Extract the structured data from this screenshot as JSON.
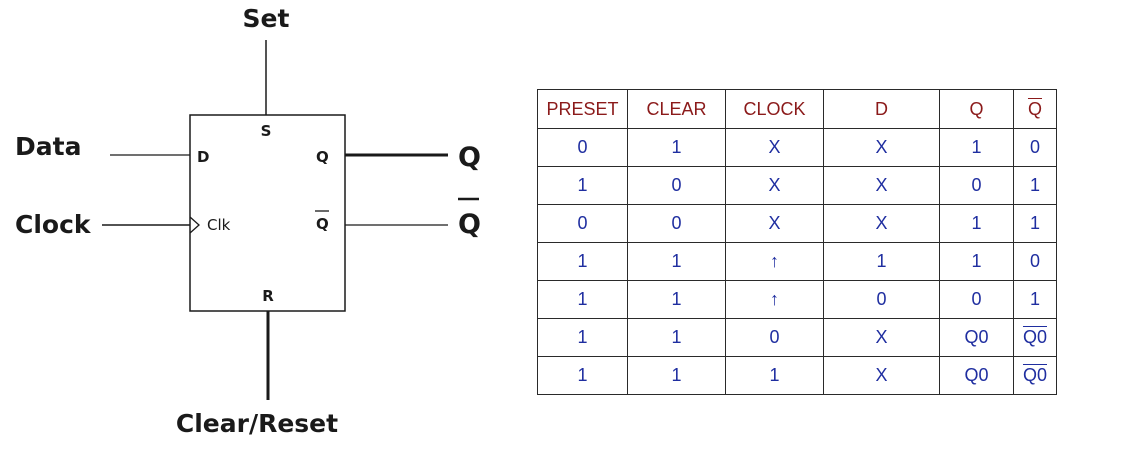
{
  "diagram": {
    "set_label": "Set",
    "data_label": "Data",
    "clock_label": "Clock",
    "clear_reset_label": "Clear/Reset",
    "pin_s": "S",
    "pin_d": "D",
    "pin_q": "Q",
    "pin_qbar": "Q",
    "pin_clk": "Clk",
    "pin_r": "R",
    "output_q": "Q",
    "output_qbar": "Q"
  },
  "table": {
    "headers": [
      "PRESET",
      "CLEAR",
      "CLOCK",
      "D",
      "Q",
      "Q"
    ],
    "rows": [
      [
        "0",
        "1",
        "X",
        "X",
        "1",
        "0"
      ],
      [
        "1",
        "0",
        "X",
        "X",
        "0",
        "1"
      ],
      [
        "0",
        "0",
        "X",
        "X",
        "1",
        "1"
      ],
      [
        "1",
        "1",
        "↑",
        "1",
        "1",
        "0"
      ],
      [
        "1",
        "1",
        "↑",
        "0",
        "0",
        "1"
      ],
      [
        "1",
        "1",
        "0",
        "X",
        "Q0",
        "Q0"
      ],
      [
        "1",
        "1",
        "1",
        "X",
        "Q0",
        "Q0"
      ]
    ],
    "colors": {
      "header_text": "#8b1a1a",
      "cell_text": "#1f2ea0",
      "border": "#2a2a2a"
    }
  }
}
